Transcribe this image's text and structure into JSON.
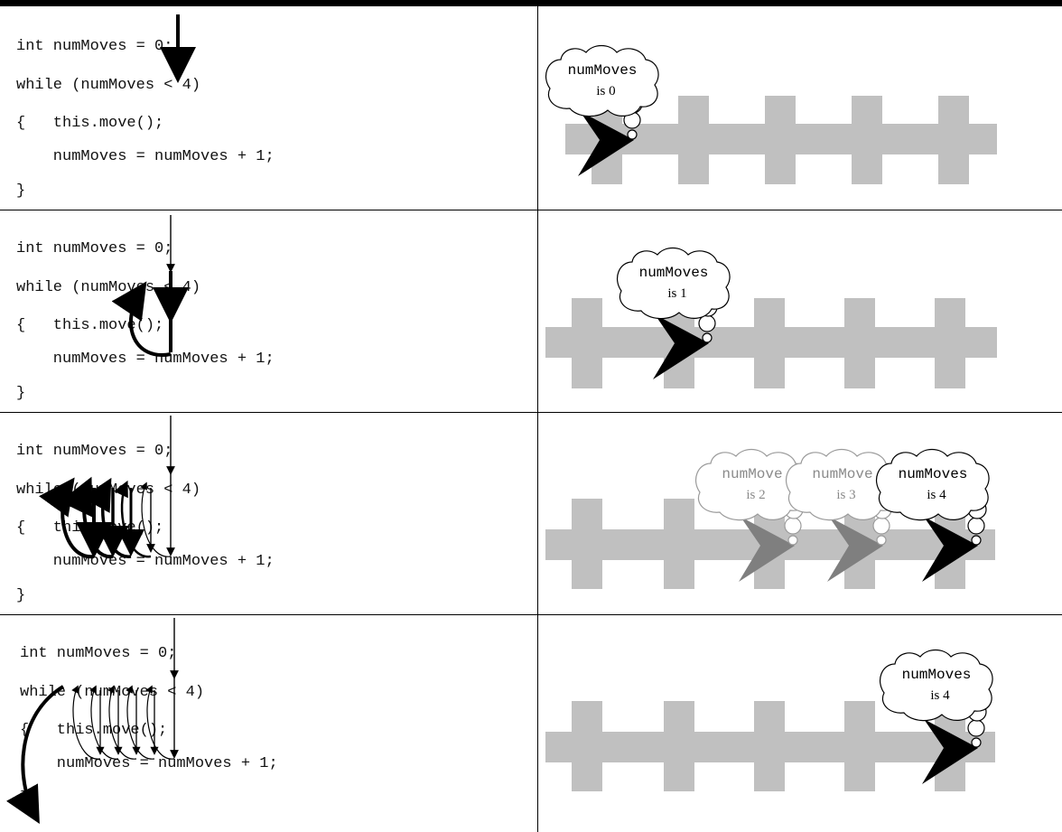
{
  "code": [
    "int numMoves = 0;",
    "while (numMoves < 4)",
    "{   this.move();",
    "    numMoves = numMoves + 1;",
    "}"
  ],
  "panels": [
    {
      "bubbles": [
        {
          "var": "numMoves",
          "value": "is 0",
          "faded": false
        }
      ]
    },
    {
      "bubbles": [
        {
          "var": "numMoves",
          "value": "is 1",
          "faded": false
        }
      ]
    },
    {
      "bubbles": [
        {
          "var": "numMove",
          "value": "is 2",
          "faded": true
        },
        {
          "var": "numMove",
          "value": "is 3",
          "faded": true
        },
        {
          "var": "numMoves",
          "value": "is 4",
          "faded": false
        }
      ]
    },
    {
      "bubbles": [
        {
          "var": "numMoves",
          "value": "is 4",
          "faded": false
        }
      ]
    }
  ],
  "colors": {
    "track": "#c0c0c0",
    "robot": "#000000",
    "robot_faded": "#7f7f7f",
    "bubble_faded_text": "#8a8a8a"
  }
}
